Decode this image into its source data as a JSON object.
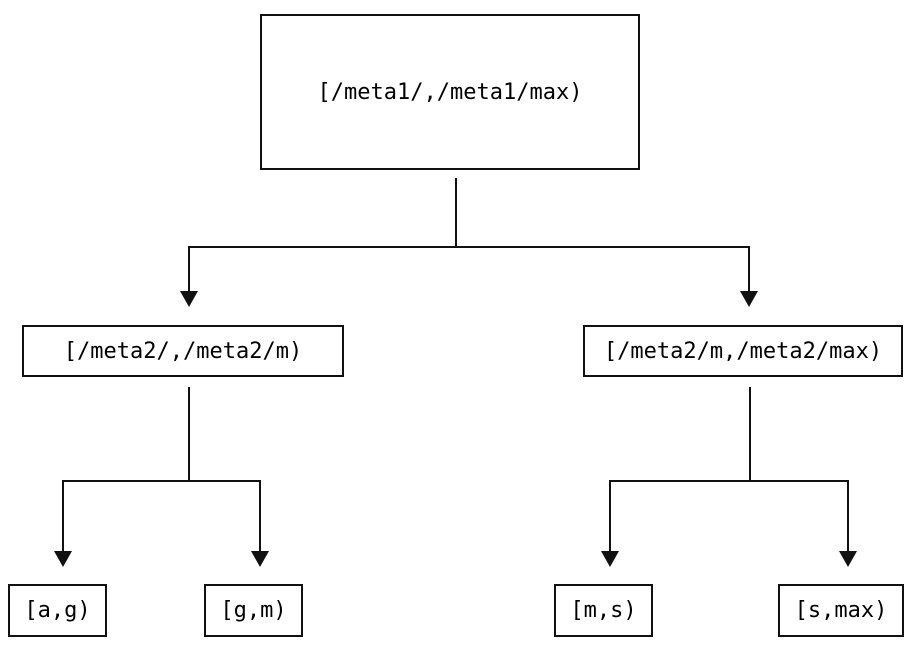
{
  "diagram": {
    "type": "tree",
    "nodes": [
      {
        "id": "root",
        "label": "[/meta1/,/meta1/max)"
      },
      {
        "id": "meta2-left",
        "label": "[/meta2/,/meta2/m)"
      },
      {
        "id": "meta2-right",
        "label": "[/meta2/m,/meta2/max)"
      },
      {
        "id": "leaf-ag",
        "label": "[a,g)"
      },
      {
        "id": "leaf-gm",
        "label": "[g,m)"
      },
      {
        "id": "leaf-ms",
        "label": "[m,s)"
      },
      {
        "id": "leaf-smax",
        "label": "[s,max)"
      }
    ],
    "edges": [
      {
        "from": "root",
        "to": "meta2-left"
      },
      {
        "from": "root",
        "to": "meta2-right"
      },
      {
        "from": "meta2-left",
        "to": "leaf-ag"
      },
      {
        "from": "meta2-left",
        "to": "leaf-gm"
      },
      {
        "from": "meta2-right",
        "to": "leaf-ms"
      },
      {
        "from": "meta2-right",
        "to": "leaf-smax"
      }
    ],
    "colors": {
      "line": "#111111",
      "text": "#000000",
      "background": "#ffffff"
    }
  }
}
